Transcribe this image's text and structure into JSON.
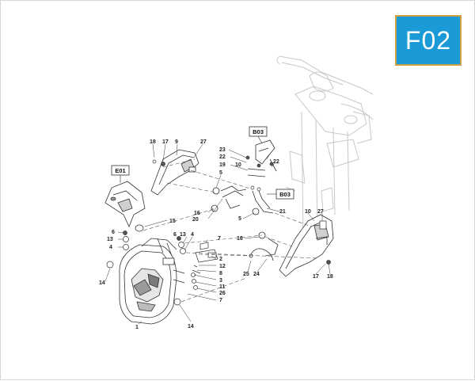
{
  "page_code": "F02",
  "colors": {
    "badge": "#1a9ad6",
    "badge_border": "#c9a24a",
    "line": "#333333",
    "ghost": "#c8c8c8"
  },
  "references": {
    "e01": "E01",
    "b03_top": "B03",
    "b03_mid": "B03"
  },
  "part_numbers": {
    "p18a": "18",
    "p17a": "17",
    "p9": "9",
    "p27a": "27",
    "p5a": "5",
    "p16a": "16",
    "p20": "20",
    "p15": "15",
    "p6a": "6",
    "p13a": "13",
    "p4a": "4",
    "p6b": "6",
    "p13b": "13",
    "p4b": "4",
    "p7a": "7",
    "p2": "2",
    "p12": "12",
    "p8": "8",
    "p3": "3",
    "p11": "11",
    "p26": "26",
    "p7b": "7",
    "p14a": "14",
    "p1": "1",
    "p14b": "14",
    "p23": "23",
    "p22a": "22",
    "p19": "19",
    "p10b": "10",
    "p22b": "22",
    "p21": "21",
    "p5b": "5",
    "p10": "10",
    "p27b": "27",
    "p16b": "16",
    "p25": "25",
    "p24": "24",
    "p17b": "17",
    "p18b": "18"
  }
}
